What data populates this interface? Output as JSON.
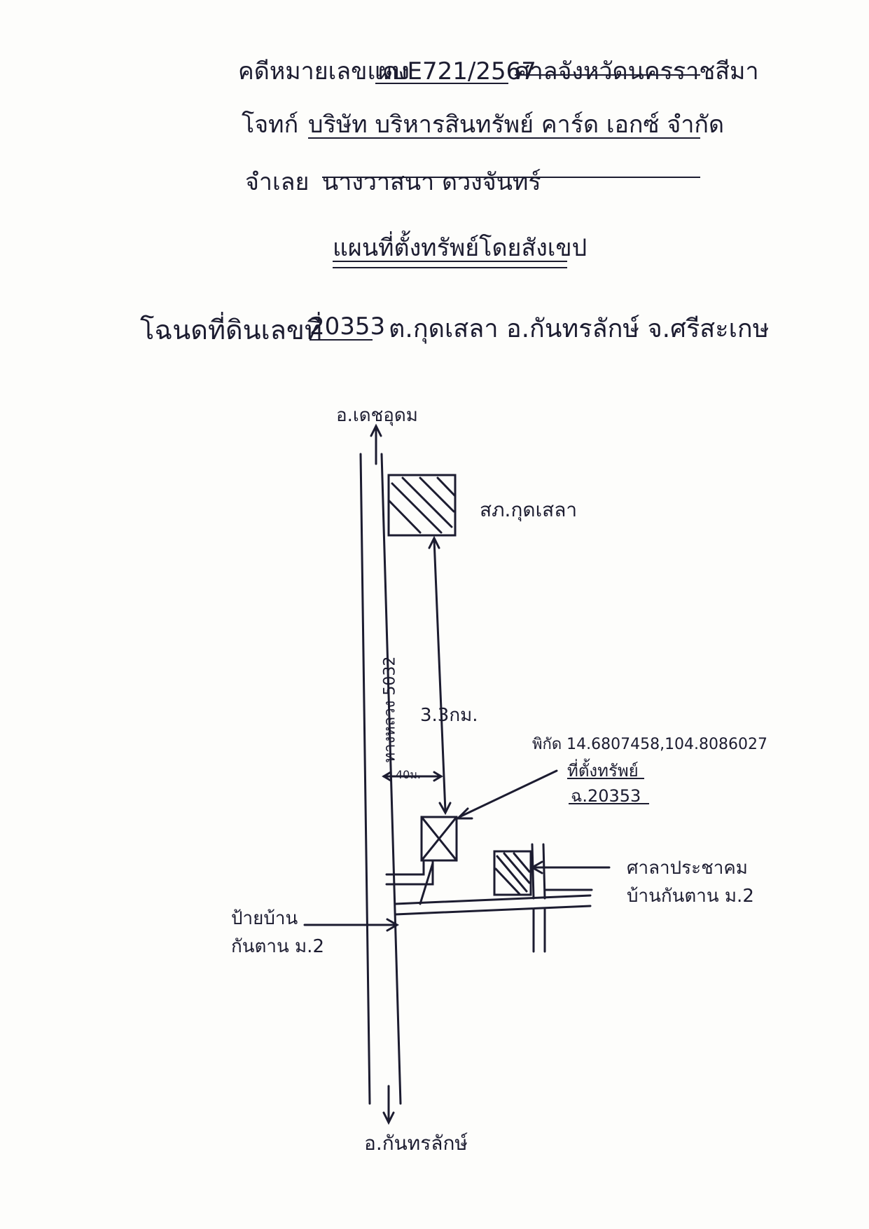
{
  "header": {
    "case_label": "คดีหมายเลขแดง",
    "case_number": "ผบE721/2567",
    "court": "ศาลจังหวัดนครราชสีมา",
    "plaintiff_label": "โจทก์",
    "plaintiff": "บริษัท บริหารสินทรัพย์ คาร์ด เอกซ์ จำกัด",
    "defendant_label": "จำเลย",
    "defendant": "นางวาสนา ดวงจันทร์"
  },
  "title": "แผนที่ตั้งทรัพย์โดยสังเขป",
  "deed_line": {
    "prefix": "โฉนดที่ดินเลขที่",
    "deed_number": "20353",
    "location": "ต.กุดเสลา อ.กันทรลักษ์ จ.ศรีสะเกษ"
  },
  "map": {
    "north_destination": "อ.เดชอุดม",
    "south_destination": "อ.กันทรลักษ์",
    "road_name": "ทางหลวง 5032",
    "police_station": "สภ.กุดเสลา",
    "distance": "3.3กม.",
    "offset": "40ม.",
    "coordinates": "พิกัด 14.6807458,104.8086027",
    "property_label": "ที่ตั้งทรัพย์",
    "property_deed": "ฉ.20353",
    "hall_line1": "ศาลาประชาคม",
    "hall_line2": "บ้านกันตาน ม.2",
    "sign_line1": "ป้ายบ้าน",
    "sign_line2": "กันตาน ม.2"
  }
}
